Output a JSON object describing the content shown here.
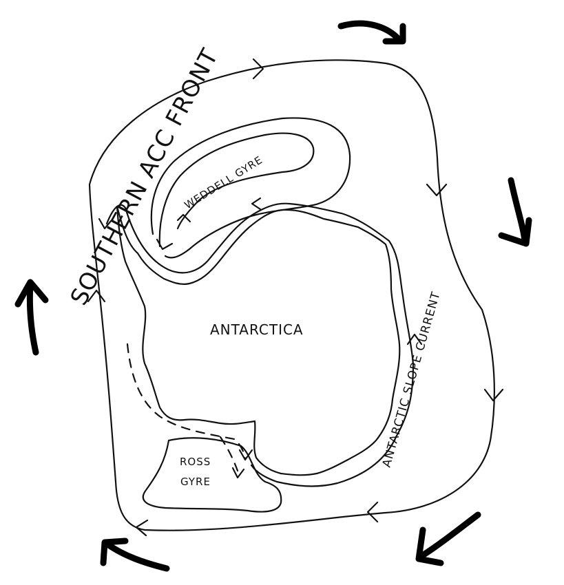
{
  "labels": {
    "continent": "ANTARCTICA",
    "acc_front": "SOUTHERN ACC FRONT",
    "weddell_gyre": "WEDDELL GYRE",
    "ross_gyre_line1": "ROSS",
    "ross_gyre_line2": "GYRE",
    "slope_current": "ANTARCTIC SLOPE CURRENT"
  },
  "colors": {
    "ink": "#111111",
    "background": "#ffffff"
  },
  "icons": {
    "flow_arrows": "curved-arrow-icon",
    "direction_chevrons": "chevron-icon"
  }
}
